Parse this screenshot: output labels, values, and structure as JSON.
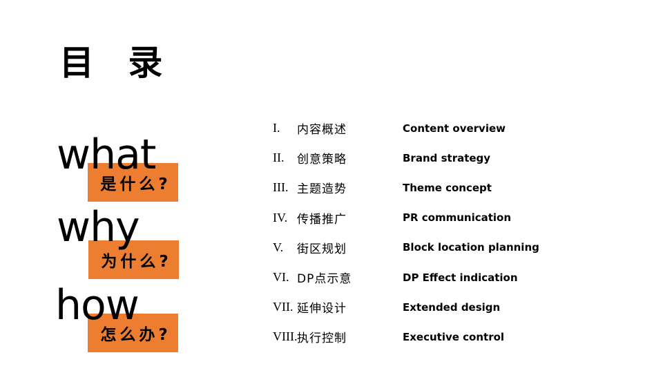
{
  "slide": {
    "title": "目 录",
    "accent_color": "#ED7D31",
    "text_color": "#000000",
    "background_color": "#FFFFFF"
  },
  "keywords": [
    {
      "en": "what",
      "zh": "是什么?"
    },
    {
      "en": "why",
      "zh": "为什么?"
    },
    {
      "en": "how",
      "zh": "怎么办?"
    }
  ],
  "toc": [
    {
      "numeral": "I.",
      "zh": "内容概述",
      "en": "Content overview"
    },
    {
      "numeral": "II.",
      "zh": "创意策略",
      "en": "Brand strategy"
    },
    {
      "numeral": "III.",
      "zh": "主题造势",
      "en": "Theme concept"
    },
    {
      "numeral": "IV.",
      "zh": "传播推广",
      "en": "PR communication"
    },
    {
      "numeral": "V.",
      "zh": "街区规划",
      "en": "Block location planning"
    },
    {
      "numeral": "VI.",
      "zh": "DP点示意",
      "en": "DP Effect indication"
    },
    {
      "numeral": "VII.",
      "zh": "延伸设计",
      "en": "Extended design"
    },
    {
      "numeral": "VIII.",
      "zh": "执行控制",
      "en": "Executive control"
    }
  ]
}
